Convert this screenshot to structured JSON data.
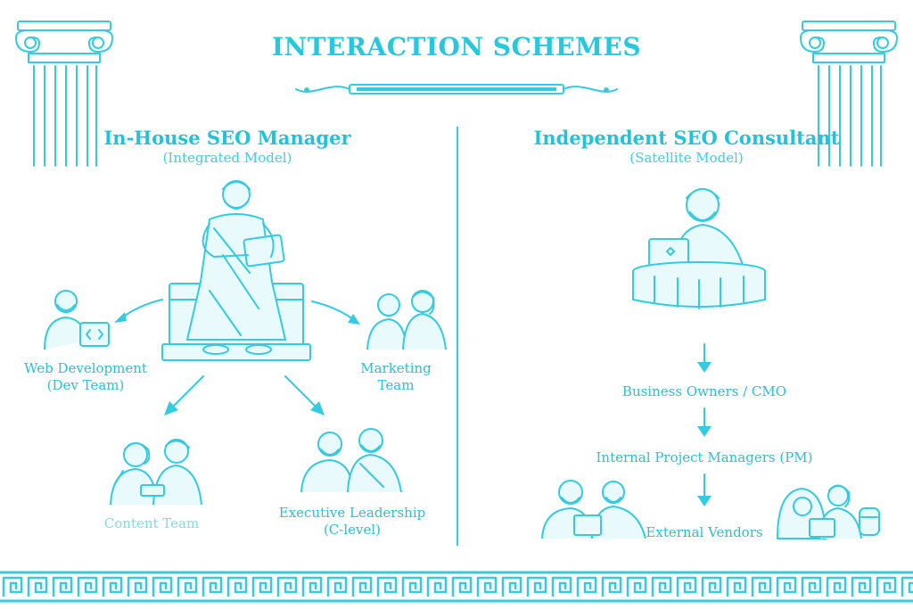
{
  "title": "INTERACTION SCHEMES",
  "left": {
    "heading": "In-House SEO Manager",
    "subheading": "(Integrated Model)",
    "nodes": {
      "web_dev": [
        "Web Development",
        "(Dev Team)"
      ],
      "marketing": [
        "Marketing",
        "Team"
      ],
      "content": "Content Team",
      "exec": [
        "Executive Leadership",
        "(C-level)"
      ]
    }
  },
  "right": {
    "heading": "Independent SEO Consultant",
    "subheading": "(Satellite Model)",
    "steps": [
      "Business Owners / CMO",
      "Internal Project Managers (PM)",
      "External Vendors"
    ]
  },
  "colors": {
    "accent": "#32cbe0",
    "background": "#ffffff"
  },
  "icons": [
    "column-icon",
    "statue-figure-icon",
    "laptop-icon",
    "arrow-icon",
    "greek-key-border-icon"
  ]
}
